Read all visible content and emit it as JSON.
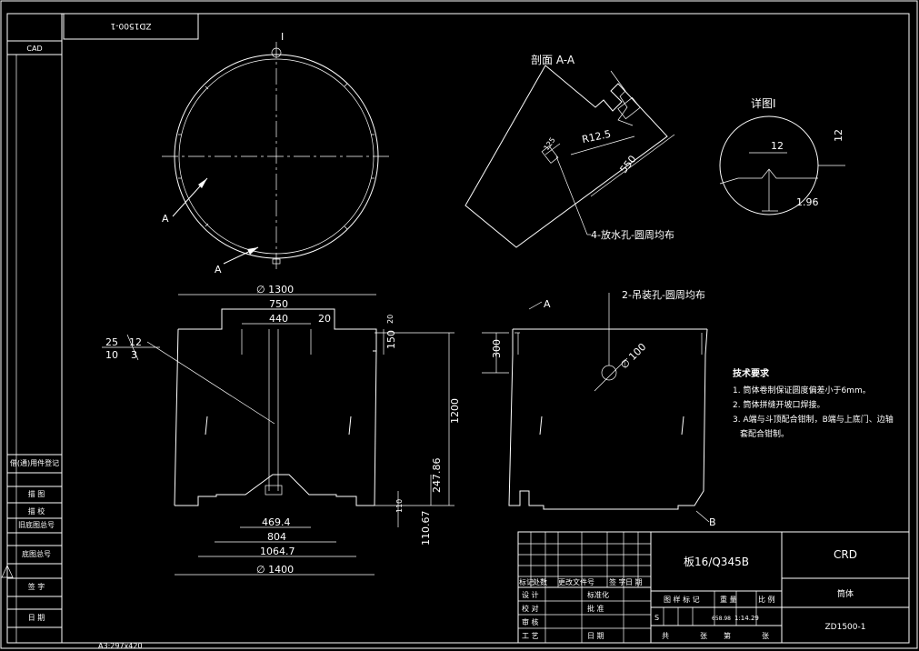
{
  "frame": {
    "reversed_code": "ZD1500-1",
    "left_strip": {
      "cad": "CAD",
      "borrow_record": "借(通)用件登记",
      "drawing_desc": "描 图",
      "check_desc": "描 校",
      "old_base_no": "旧底图总号",
      "base_no": "底图总号",
      "sign": "签 字",
      "date": "日 期"
    },
    "sheet_size": "A3:297x420"
  },
  "top_view": {
    "section_mark": "I",
    "label_a_upper": "A",
    "label_a_lower": "A"
  },
  "section_aa": {
    "title": "剖面 A-A",
    "dims": {
      "d125": "125",
      "r125": "R12.5",
      "d550": "550"
    },
    "callout": "4-放水孔-圆周均布"
  },
  "detail_i": {
    "title": "详图I",
    "dims": {
      "d12h": "12",
      "d12v": "12",
      "d196": "1.96"
    }
  },
  "front_view": {
    "dims": {
      "dia1300": "∅ 1300",
      "d750": "750",
      "d440": "440",
      "d20a": "20",
      "d20b": "20",
      "d150": "150",
      "d1200": "1200",
      "d24786": "247.86",
      "d110": "110",
      "d11067": "110.67",
      "d4694": "469.4",
      "d804": "804",
      "d10647": "1064.7",
      "dia1400": "∅ 1400"
    },
    "weld": {
      "a": "25",
      "b": "12",
      "c": "10",
      "d": "3"
    }
  },
  "side_view": {
    "callout": "2-吊装孔-圆周均布",
    "label_a": "A",
    "label_b": "B",
    "dims": {
      "d300": "300",
      "dia100": "∅ 100"
    }
  },
  "notes": {
    "title": "技术要求",
    "items": [
      "1. 筒体卷制保证圆度偏差小于6mm。",
      "2. 筒体拼缝开坡口焊接。",
      "3. A端与斗顶配合钳制，B端与上底门、边轴",
      "套配合钳制。"
    ]
  },
  "title_block": {
    "material": "板16/Q345B",
    "company": "CRD",
    "part_name": "筒体",
    "drawing_no": "ZD1500-1",
    "rev_headers": [
      "标记",
      "处数",
      "更改文件号",
      "签 字",
      "日 期"
    ],
    "rows": {
      "design": "设 计",
      "std": "标准化",
      "check": "校 对",
      "approve": "批 准",
      "review": "审 核",
      "process": "工 艺",
      "date2": "日 期"
    },
    "stage": "图 样 标 记",
    "weight": "重 量",
    "scale": "比 例",
    "stage_mark": "S",
    "weight_val": "658.98",
    "scale_val": "1:14.29",
    "total": "共",
    "sheets": "张",
    "page": "第",
    "sheet2": "张"
  }
}
